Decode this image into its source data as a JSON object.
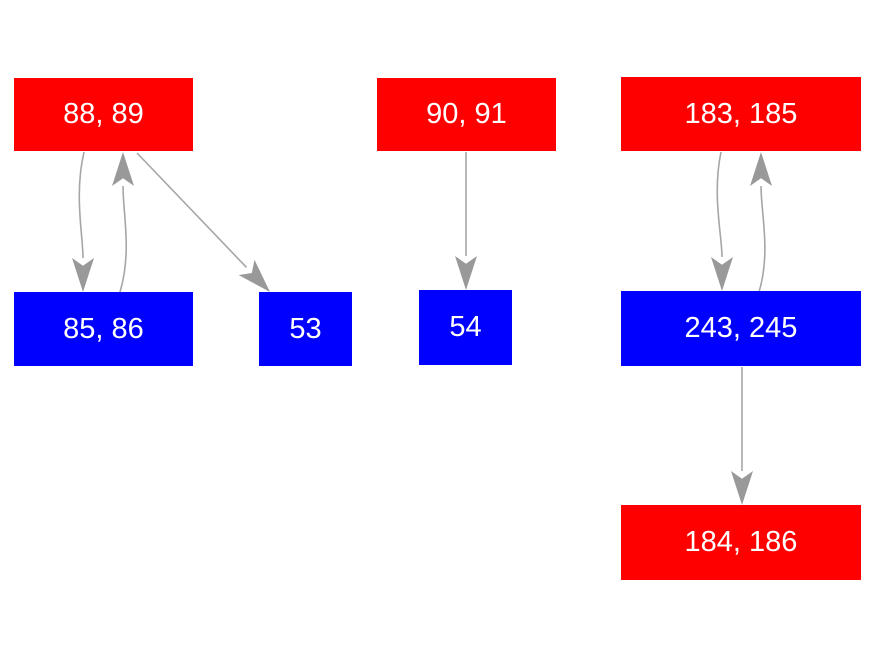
{
  "diagram": {
    "background": "#ffffff",
    "colors": {
      "red": "#ff0000",
      "blue": "#0000ff",
      "edge_line": "#a6a6a6",
      "edge_head": "#999999",
      "node_text": "#ffffff"
    },
    "nodes": [
      {
        "label": "88, 89",
        "color": "red"
      },
      {
        "label": "90, 91",
        "color": "red"
      },
      {
        "label": "183, 185",
        "color": "red"
      },
      {
        "label": "85, 86",
        "color": "blue"
      },
      {
        "label": "53",
        "color": "blue"
      },
      {
        "label": "54",
        "color": "blue"
      },
      {
        "label": "243, 245",
        "color": "blue"
      },
      {
        "label": "184, 186",
        "color": "red"
      }
    ],
    "edges": [
      {
        "from": "88, 89",
        "to": "85, 86",
        "style": "curved"
      },
      {
        "from": "85, 86",
        "to": "88, 89",
        "style": "curved"
      },
      {
        "from": "88, 89",
        "to": "53",
        "style": "straight"
      },
      {
        "from": "90, 91",
        "to": "54",
        "style": "straight"
      },
      {
        "from": "183, 185",
        "to": "243, 245",
        "style": "curved"
      },
      {
        "from": "243, 245",
        "to": "183, 185",
        "style": "curved"
      },
      {
        "from": "243, 245",
        "to": "184, 186",
        "style": "straight"
      }
    ]
  }
}
